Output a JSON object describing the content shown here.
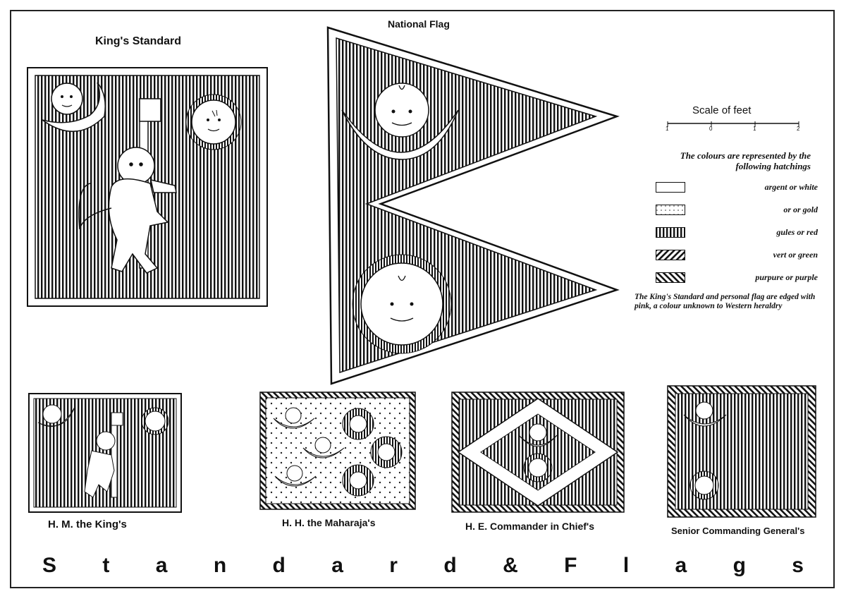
{
  "labels": {
    "kings_standard": "King's Standard",
    "national_flag": "National Flag",
    "hm_the_kings": "H. M. the King's",
    "hh_maharajas": "H. H. the Maharaja's",
    "he_commander": "H. E. Commander in Chief's",
    "senior_generals": "Senior Commanding General's"
  },
  "scale": {
    "title": "Scale of feet",
    "ticks": [
      "1",
      "0",
      "1",
      "2"
    ]
  },
  "legend": {
    "title": "The colours are represented by the following hatchings",
    "items": [
      {
        "label": "argent   or   white",
        "pattern": "blank"
      },
      {
        "label": "or    or gold",
        "pattern": "dots"
      },
      {
        "label": "gules   or   red",
        "pattern": "vertical"
      },
      {
        "label": "vert    or  green",
        "pattern": "diag-right"
      },
      {
        "label": "purpure or purple",
        "pattern": "diag-left"
      }
    ],
    "note": "The King's Standard and personal flag are edged with pink, a colour unknown to Western heraldry"
  },
  "footer": {
    "letters": [
      "S",
      "t",
      "a",
      "n",
      "d",
      "a",
      "r",
      "d",
      "&",
      "F",
      "l",
      "a",
      "g",
      "s"
    ]
  },
  "colors": {
    "ink": "#111111",
    "paper": "#ffffff"
  }
}
